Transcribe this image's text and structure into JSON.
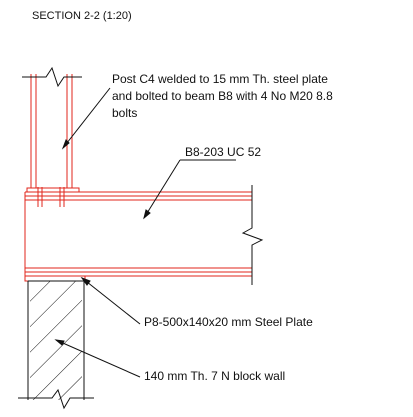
{
  "drawing": {
    "title": "SECTION 2-2 (1:20)",
    "annotations": {
      "post_line1": "Post C4 welded to 15 mm Th. steel plate",
      "post_line2": "and bolted to beam B8 with 4 No M20 8.8",
      "post_line3": "bolts",
      "beam": "B8-203 UC 52",
      "plate": "P8-500x140x20 mm Steel Plate",
      "wall": "140 mm Th. 7 N block wall"
    },
    "colors": {
      "steel": "#e0261b",
      "linework": "#111111",
      "background": "#ffffff"
    }
  }
}
